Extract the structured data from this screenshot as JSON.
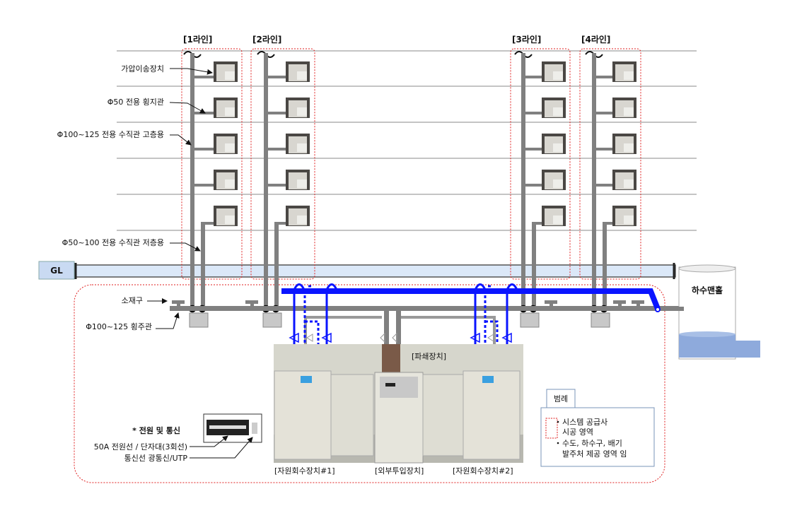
{
  "lines": [
    "[1라인]",
    "[2라인]",
    "[3라인]",
    "[4라인]"
  ],
  "annotations": {
    "pressure_unit": "가압이송장치",
    "branch_pipe": "Φ50 전용 횡지관",
    "riser_high": "Φ100~125 전용 수직관 고층용",
    "riser_low": "Φ50~100 전용 수직관 저층용",
    "cleanout": "소재구",
    "main_pipe": "Φ100~125 횡주관"
  },
  "ground_label": "GL",
  "manhole_label": "하수맨홀",
  "crusher_label": "[파쇄장치]",
  "photo_labels": [
    "[자원회수장치#1]",
    "[외부투입장치]",
    "[자원회수장치#2]"
  ],
  "power": {
    "title": "* 전원 및 통신",
    "power_line": "50A 전원선 / 단자대(3회선)",
    "comm_line": "통신선 광통신/UTP"
  },
  "legend": {
    "title": "범례",
    "item1_line1": "시스템 공급사",
    "item1_line2": "시공 영역",
    "item2_line1": "수도, 하수구, 배기",
    "item2_line2": "발주처 제공 영역 임"
  },
  "colors": {
    "pipe": "#808080",
    "blue": "#0a14ff",
    "red": "#e02020",
    "ground": "#dbe8f8"
  }
}
